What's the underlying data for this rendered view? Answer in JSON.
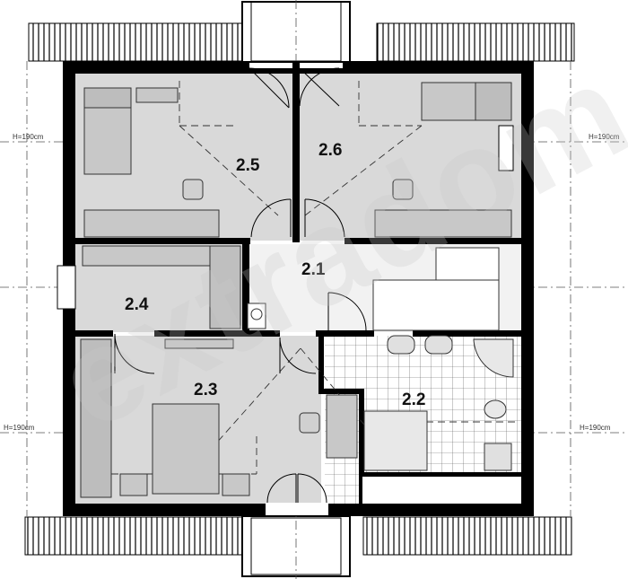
{
  "rooms": {
    "r21": "2.1",
    "r22": "2.2",
    "r23": "2.3",
    "r24": "2.4",
    "r25": "2.5",
    "r26": "2.6"
  },
  "height_labels": {
    "top_left": "H=190cm",
    "top_right": "H=190cm",
    "bottom_left": "H=190cm",
    "bottom_right": "H=190cm"
  },
  "watermark": "extradom",
  "colors": {
    "wall": "#000000",
    "room_fill": "#d9d9d9",
    "hall_fill": "#f0f0f0",
    "roof_hatch": "#000000"
  }
}
